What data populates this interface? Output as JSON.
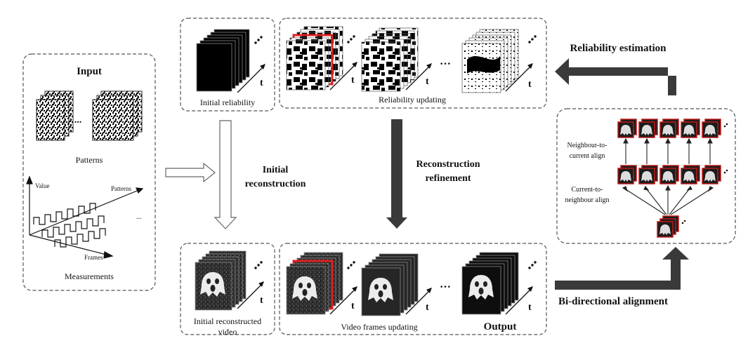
{
  "input_panel": {
    "title": "Input",
    "patterns_label": "Patterns",
    "patterns_ellipsis": "...",
    "measurements_label": "Measurements",
    "axis_value": "Value",
    "axis_patterns": "Patterns",
    "axis_frames": "Frames",
    "axis_ellipsis": "..."
  },
  "initial_reliability": {
    "label": "Initial reliability",
    "t": "t"
  },
  "reliability_updating": {
    "label": "Reliability updating",
    "t": "t",
    "ellipsis": "···"
  },
  "initial_video": {
    "label_line1": "Initial reconstructed",
    "label_line2": "video",
    "t": "t"
  },
  "video_updating": {
    "label": "Video frames updating",
    "output_label": "Output",
    "t": "t",
    "ellipsis": "···"
  },
  "alignment_panel": {
    "n2c_line1": "Neighbour-to-",
    "n2c_line2": "current align",
    "c2n_line1": "Current-to-",
    "c2n_line2": "neighbour align"
  },
  "arrows": {
    "initial_line1": "Initial",
    "initial_line2": "reconstruction",
    "refine_line1": "Reconstruction",
    "refine_line2": "refinement",
    "reliability_estimation": "Reliability estimation",
    "bidirectional": "Bi-directional alignment"
  },
  "colors": {
    "highlight": "#e02020",
    "dark_arrow": "#3a3a3a",
    "panel_border": "#555555"
  }
}
